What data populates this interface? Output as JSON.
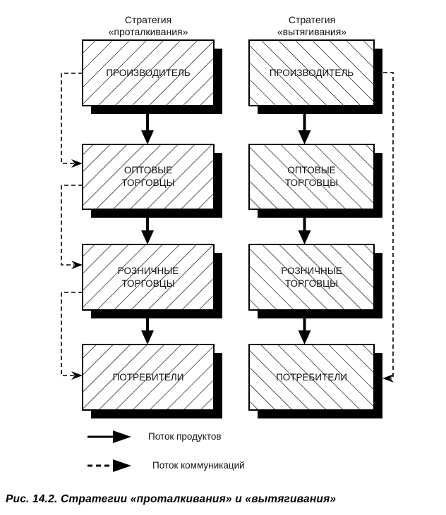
{
  "columns": [
    {
      "id": "push",
      "title_line1": "Стратегия",
      "title_line2": "«проталкивания»",
      "hatch_direction": "forward",
      "boxes": [
        {
          "line1": "ПРОИЗВОДИТЕЛЬ",
          "line2": ""
        },
        {
          "line1": "ОПТОВЫЕ",
          "line2": "ТОРГОВЦЫ"
        },
        {
          "line1": "РОЗНИЧНЫЕ",
          "line2": "ТОРГОВЦЫ"
        },
        {
          "line1": "ПОТРЕБИТЕЛИ",
          "line2": ""
        }
      ],
      "communication_flow": "step-by-step from each level to the next"
    },
    {
      "id": "pull",
      "title_line1": "Стратегия",
      "title_line2": "«вытягивания»",
      "hatch_direction": "backward",
      "boxes": [
        {
          "line1": "ПРОИЗВОДИТЕЛЬ",
          "line2": ""
        },
        {
          "line1": "ОПТОВЫЕ",
          "line2": "ТОРГОВЦЫ"
        },
        {
          "line1": "РОЗНИЧНЫЕ",
          "line2": "ТОРГОВЦЫ"
        },
        {
          "line1": "ПОТРЕБИТЕЛИ",
          "line2": ""
        }
      ],
      "communication_flow": "directly from producer to consumers"
    }
  ],
  "legend": {
    "product_flow": "Поток продуктов",
    "communication_flow": "Поток коммуникаций"
  },
  "caption": "Рис. 14.2. Стратегии «проталкивания» и «вытягивания»",
  "colors": {
    "ink": "#000000",
    "background": "#ffffff"
  }
}
